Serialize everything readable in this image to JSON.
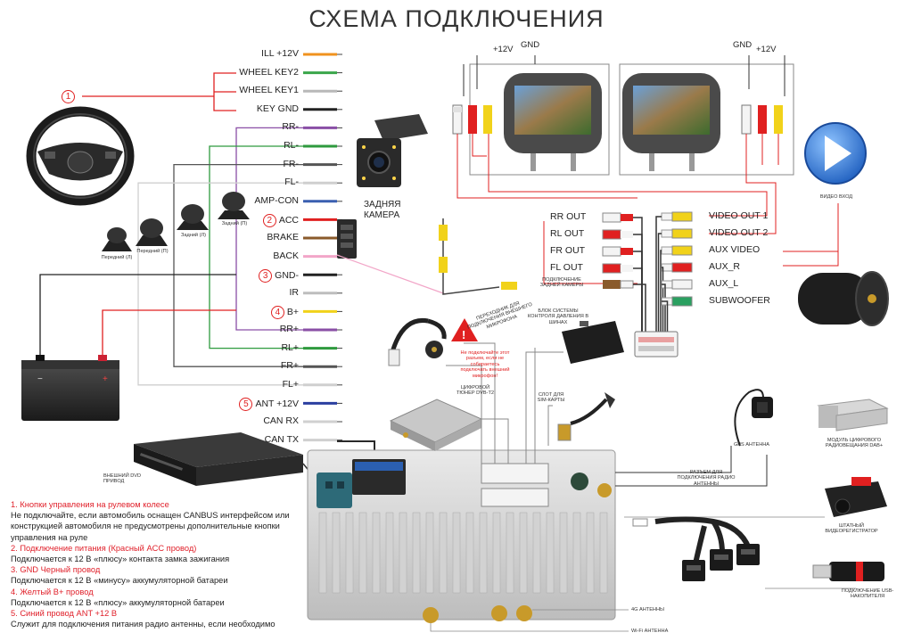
{
  "title": "СХЕМА ПОДКЛЮЧЕНИЯ",
  "harness": [
    {
      "label": "ILL +12V",
      "color": "#f0921e"
    },
    {
      "label": "WHEEL KEY2",
      "color": "#3aa64a"
    },
    {
      "label": "WHEEL KEY1",
      "color": "#b8b8b8"
    },
    {
      "label": "KEY GND",
      "color": "#222222"
    },
    {
      "label": "RR-",
      "color": "#8a4fa6"
    },
    {
      "label": "RL-",
      "color": "#2e9a3e"
    },
    {
      "label": "FR-",
      "color": "#555555"
    },
    {
      "label": "FL-",
      "color": "#cfcfcf"
    },
    {
      "label": "AMP-CON",
      "color": "#3a5fb0"
    },
    {
      "label": "ACC",
      "color": "#e02020",
      "num": "2"
    },
    {
      "label": "BRAKE",
      "color": "#8a5a2b"
    },
    {
      "label": "BACK",
      "color": "#f2a6c8"
    },
    {
      "label": "GND-",
      "color": "#222222",
      "num": "3"
    },
    {
      "label": "IR",
      "color": "#bdbdbd"
    },
    {
      "label": "B+",
      "color": "#f1d21a",
      "num": "4"
    },
    {
      "label": "RR+",
      "color": "#8a4fa6"
    },
    {
      "label": "RL+",
      "color": "#2e9a3e"
    },
    {
      "label": "FR+",
      "color": "#555555"
    },
    {
      "label": "FL+",
      "color": "#cfcfcf"
    },
    {
      "label": "ANT +12V",
      "color": "#2b3fa0",
      "num": "5"
    },
    {
      "label": "CAN RX",
      "color": "#d0d0d0"
    },
    {
      "label": "CAN TX",
      "color": "#d0d0d0"
    }
  ],
  "steering_num": "1",
  "speakers": [
    {
      "label": "Передний (Л)"
    },
    {
      "label": "Передний (П)"
    },
    {
      "label": "Задний (Л)"
    },
    {
      "label": "Задний (П)"
    }
  ],
  "rca_left": [
    "RR OUT",
    "RL OUT",
    "FR OUT",
    "FL OUT"
  ],
  "rca_right": [
    "VIDEO OUT 1",
    "VIDEO OUT 2",
    "AUX VIDEO",
    "AUX_R",
    "AUX_L",
    "SUBWOOFER"
  ],
  "monitor_power": {
    "left": "+12V",
    "gnd": "GND",
    "right": "+12V"
  },
  "labels": {
    "rear_camera": "ЗАДНЯЯ КАМЕРА",
    "rear_camera_conn": "ПОДКЛЮЧЕНИЕ ЗАДНЕЙ КАМЕРЫ",
    "video_in": "ВИДЕО ВХОД",
    "mic_adapter": "ПЕРЕХОДНИК ДЛЯ ПОДКЛЮЧЕНИЯ ВНЕШНЕГО МИКРОФОНА",
    "mic_warning": "Не подключайте этот разъем, если не собираетесь подключать внешний микрофон!",
    "tpms": "БЛОК СИСТЕМЫ КОНТРОЛЯ ДАВЛЕНИЯ В ШИНАХ",
    "dvbt": "ЦИФРОВОЙ ТЮНЕР DVB-T2",
    "sim": "СЛОТ ДЛЯ SIM-КАРТЫ",
    "gps": "GPS АНТЕННА",
    "dab": "МОДУЛЬ ЦИФРОВОГО РАДИОВЕЩАНИЯ DAB+",
    "radio_ant": "РАЗЪЕМ ДЛЯ ПОДКЛЮЧЕНИЯ РАДИО АНТЕННЫ",
    "dvr": "ШТАТНЫЙ ВИДЕОРЕГИСТРАТОР",
    "usb": "ПОДКЛЮЧЕНИЕ USB-НАКОПИТЕЛЯ",
    "ant4g": "4G АНТЕННЫ",
    "wifi": "Wi-Fi АНТЕННА",
    "dvd": "ВНЕШНИЙ DVD ПРИВОД"
  },
  "notes": [
    {
      "text": "1. Кнопки управления на рулевом колесе",
      "red": true
    },
    {
      "text": "Не подключайте, если автомобиль оснащен CANBUS интерфейсом или конструкцией автомобиля не предусмотрены дополнительные кнопки управления на руле",
      "red": false
    },
    {
      "text": "2. Подключение питания (Красный ACC провод)",
      "red": true
    },
    {
      "text": "Подключается к 12 В «плюсу» контакта замка зажигания",
      "red": false
    },
    {
      "text": "3. GND Черный провод",
      "red": true
    },
    {
      "text": "Подключается к 12 В «минусу» аккумуляторной батареи",
      "red": false
    },
    {
      "text": "4. Желтый B+ провод",
      "red": true
    },
    {
      "text": "Подключается к 12 В «плюсу» аккумуляторной батареи",
      "red": false
    },
    {
      "text": "5. Синий провод ANT +12 В",
      "red": true
    },
    {
      "text": "Служит для подключения питания радио антенны, если необходимо",
      "red": false
    }
  ]
}
